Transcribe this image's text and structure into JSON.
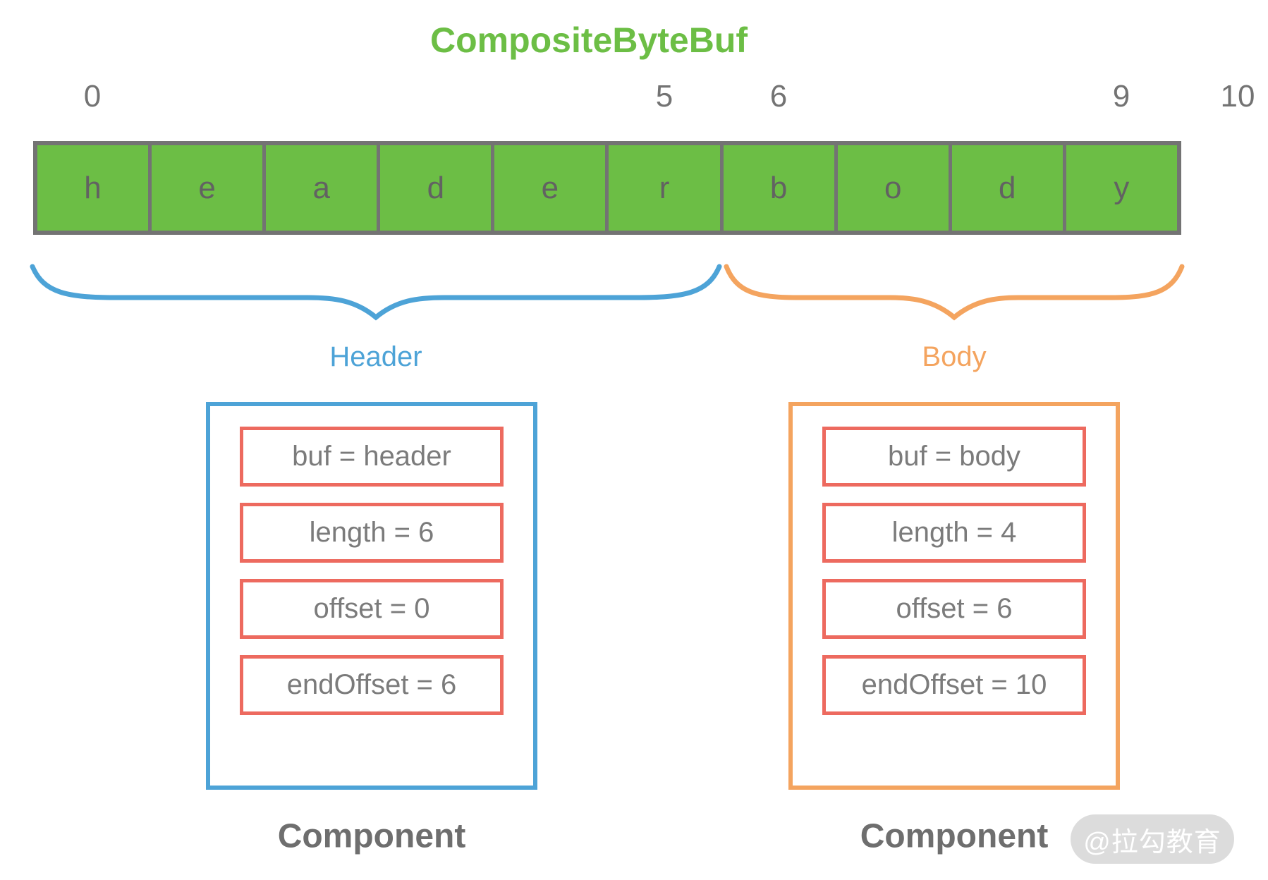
{
  "title": "CompositeByteBuf",
  "buffer": {
    "indices": [
      "0",
      "5",
      "6",
      "9",
      "10"
    ],
    "cells": [
      "h",
      "e",
      "a",
      "d",
      "e",
      "r",
      "b",
      "o",
      "d",
      "y"
    ]
  },
  "regions": {
    "header": {
      "label": "Header",
      "color": "#4da3d7"
    },
    "body": {
      "label": "Body",
      "color": "#f4a45f"
    }
  },
  "components": [
    {
      "caption": "Component",
      "accent_color": "#4da3d7",
      "fields": [
        "buf = header",
        "length = 6",
        "offset = 0",
        "endOffset = 6"
      ]
    },
    {
      "caption": "Component",
      "accent_color": "#f4a45f",
      "fields": [
        "buf = body",
        "length = 4",
        "offset = 6",
        "endOffset = 10"
      ]
    }
  ],
  "colors": {
    "cell_green": "#6cbe45",
    "grid_gray": "#737373",
    "field_border_red": "#ed6a5f",
    "text_gray": "#7b7b7b"
  },
  "watermark": "@拉勾教育"
}
